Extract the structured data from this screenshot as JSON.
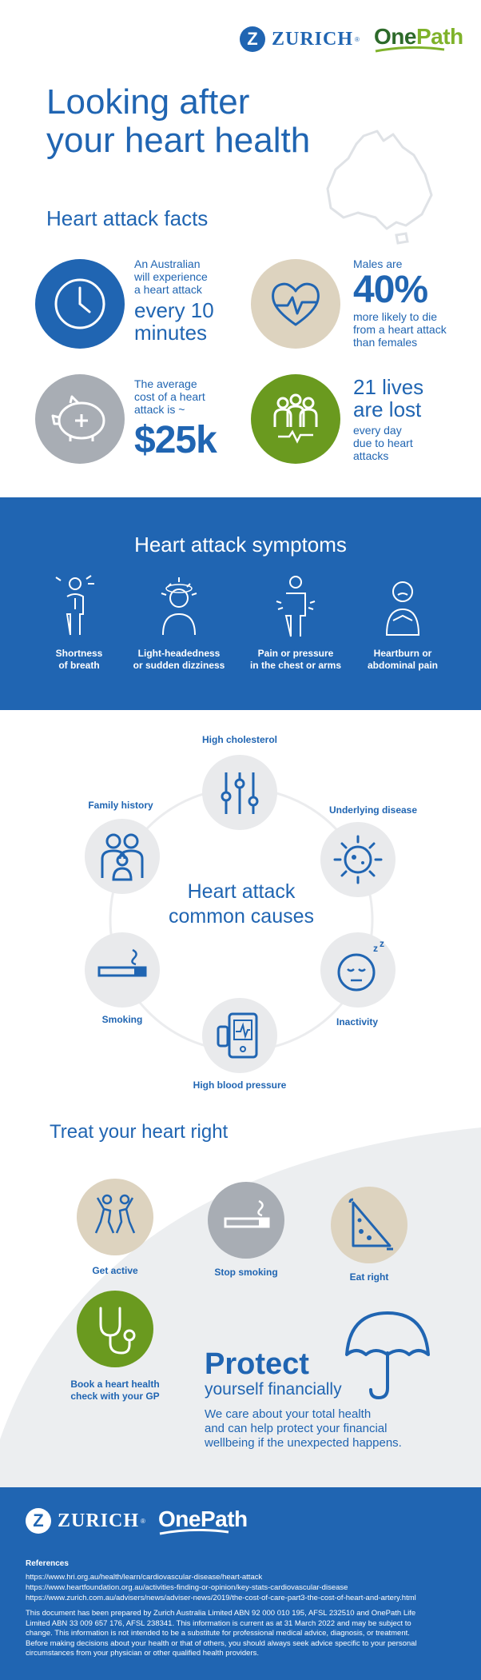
{
  "header": {
    "zurich_z": "Z",
    "zurich_name": "ZURICH",
    "zurich_mark": "®",
    "onepath_one": "One",
    "onepath_path": "Path"
  },
  "hero": {
    "title_line1": "Looking after",
    "title_line2": "your heart health"
  },
  "facts": {
    "title": "Heart attack facts",
    "fact1": {
      "icon": "clock-icon",
      "line1": "An Australian",
      "line2": "will experience",
      "line3": "a heart attack",
      "big1": "every 10",
      "big2": "minutes"
    },
    "fact2": {
      "icon": "heart-pulse-icon",
      "line1": "Males are",
      "big": "40%",
      "line2": "more likely to die",
      "line3": "from a heart attack",
      "line4": "than females"
    },
    "fact3": {
      "icon": "piggy-bank-icon",
      "line1": "The average",
      "line2": "cost of a heart",
      "line3": "attack is ~",
      "big": "$25k"
    },
    "fact4": {
      "icon": "people-icon",
      "big1": "21 lives",
      "big2": "are lost",
      "line1": "every day",
      "line2": "due to heart",
      "line3": "attacks"
    }
  },
  "symptoms": {
    "title": "Heart attack symptoms",
    "items": [
      {
        "line1": "Shortness",
        "line2": "of breath"
      },
      {
        "line1": "Light-headedness",
        "line2": "or sudden dizziness"
      },
      {
        "line1": "Pain or pressure",
        "line2": "in the chest or arms"
      },
      {
        "line1": "Heartburn or",
        "line2": "abdominal pain"
      }
    ]
  },
  "causes": {
    "title_line1": "Heart attack",
    "title_line2": "common causes",
    "high_cholesterol": "High cholesterol",
    "underlying_disease": "Underlying disease",
    "inactivity": "Inactivity",
    "high_blood_pressure": "High blood pressure",
    "smoking": "Smoking",
    "family_history": "Family history"
  },
  "treat": {
    "title": "Treat your heart right",
    "get_active": "Get active",
    "stop_smoking": "Stop smoking",
    "eat_right": "Eat right",
    "gp_line1": "Book a heart health",
    "gp_line2": "check with your GP"
  },
  "protect": {
    "big": "Protect",
    "sub": "yourself financially",
    "body1": "We care about your total health",
    "body2": "and can help protect your financial",
    "body3": "wellbeing if the unexpected happens."
  },
  "footer": {
    "references_title": "References",
    "refs": [
      "https://www.hri.org.au/health/learn/cardiovascular-disease/heart-attack",
      "https://www.heartfoundation.org.au/activities-finding-or-opinion/key-stats-cardiovascular-disease",
      "https://www.zurich.com.au/advisers/news/adviser-news/2019/the-cost-of-care-part3-the-cost-of-heart-and-artery.html"
    ],
    "disclaimer": [
      "This document has been prepared by Zurich Australia Limited ABN 92 000 010 195, AFSL 232510 and OnePath Life",
      "Limited ABN 33 009 657 176, AFSL 238341. This information is current as at 31 March 2022 and may be subject to",
      "change. This information is not intended to be a substitute for professional medical advice, diagnosis, or treatment.",
      "Before making decisions about your health or that of others, you should always seek advice specific to your personal",
      "circumstances from your physician or other qualified health providers."
    ]
  },
  "colors": {
    "brand_blue": "#2065b2",
    "beige": "#ddd3bf",
    "grey": "#a8adb4",
    "green": "#6a9a1f",
    "light_grey": "#e9eaec"
  }
}
